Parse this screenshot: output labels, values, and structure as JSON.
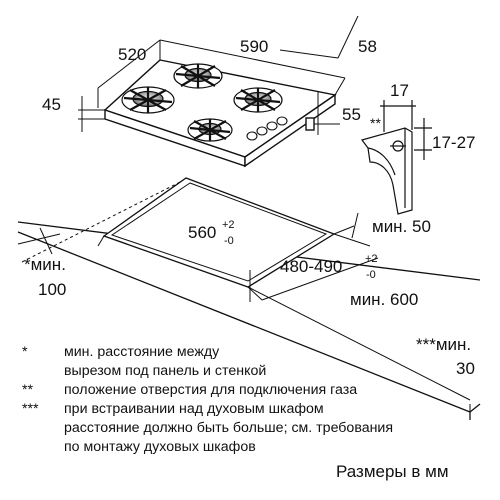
{
  "dimensions": {
    "width_total": "520",
    "depth_total": "590",
    "hob_depth_offset": "58",
    "height": "45",
    "gas_pipe_offset": "55",
    "bracket_width": "17",
    "bracket_range": "17-27",
    "bracket_mark": "**",
    "cutout_width_main": "560",
    "cutout_width_tol_plus": "+2",
    "cutout_width_tol_minus": "-0",
    "cutout_depth_main": "480-490",
    "cutout_depth_tol_plus": "+2",
    "cutout_depth_tol_minus": "-0",
    "min_50": "мин. 50",
    "min_100_line1": "*мин.",
    "min_100_line2": "100",
    "min_600": "мин. 600",
    "min_30_line1": "***мин.",
    "min_30_line2": "30"
  },
  "legend": [
    {
      "mark": "*",
      "lines": [
        "мин. расстояние между",
        "вырезом под панель и стенкой"
      ]
    },
    {
      "mark": "**",
      "lines": [
        "положение отверстия для подключения газа"
      ]
    },
    {
      "mark": "***",
      "lines": [
        "при встраивании над духовым шкафом",
        "расстояние должно быть больше; см. требования",
        "по монтажу духовых шкафов"
      ]
    }
  ],
  "units_label": "Размеры в мм",
  "colors": {
    "line": "#111111",
    "background": "#ffffff",
    "burner_metal": "#9a9a9a"
  }
}
